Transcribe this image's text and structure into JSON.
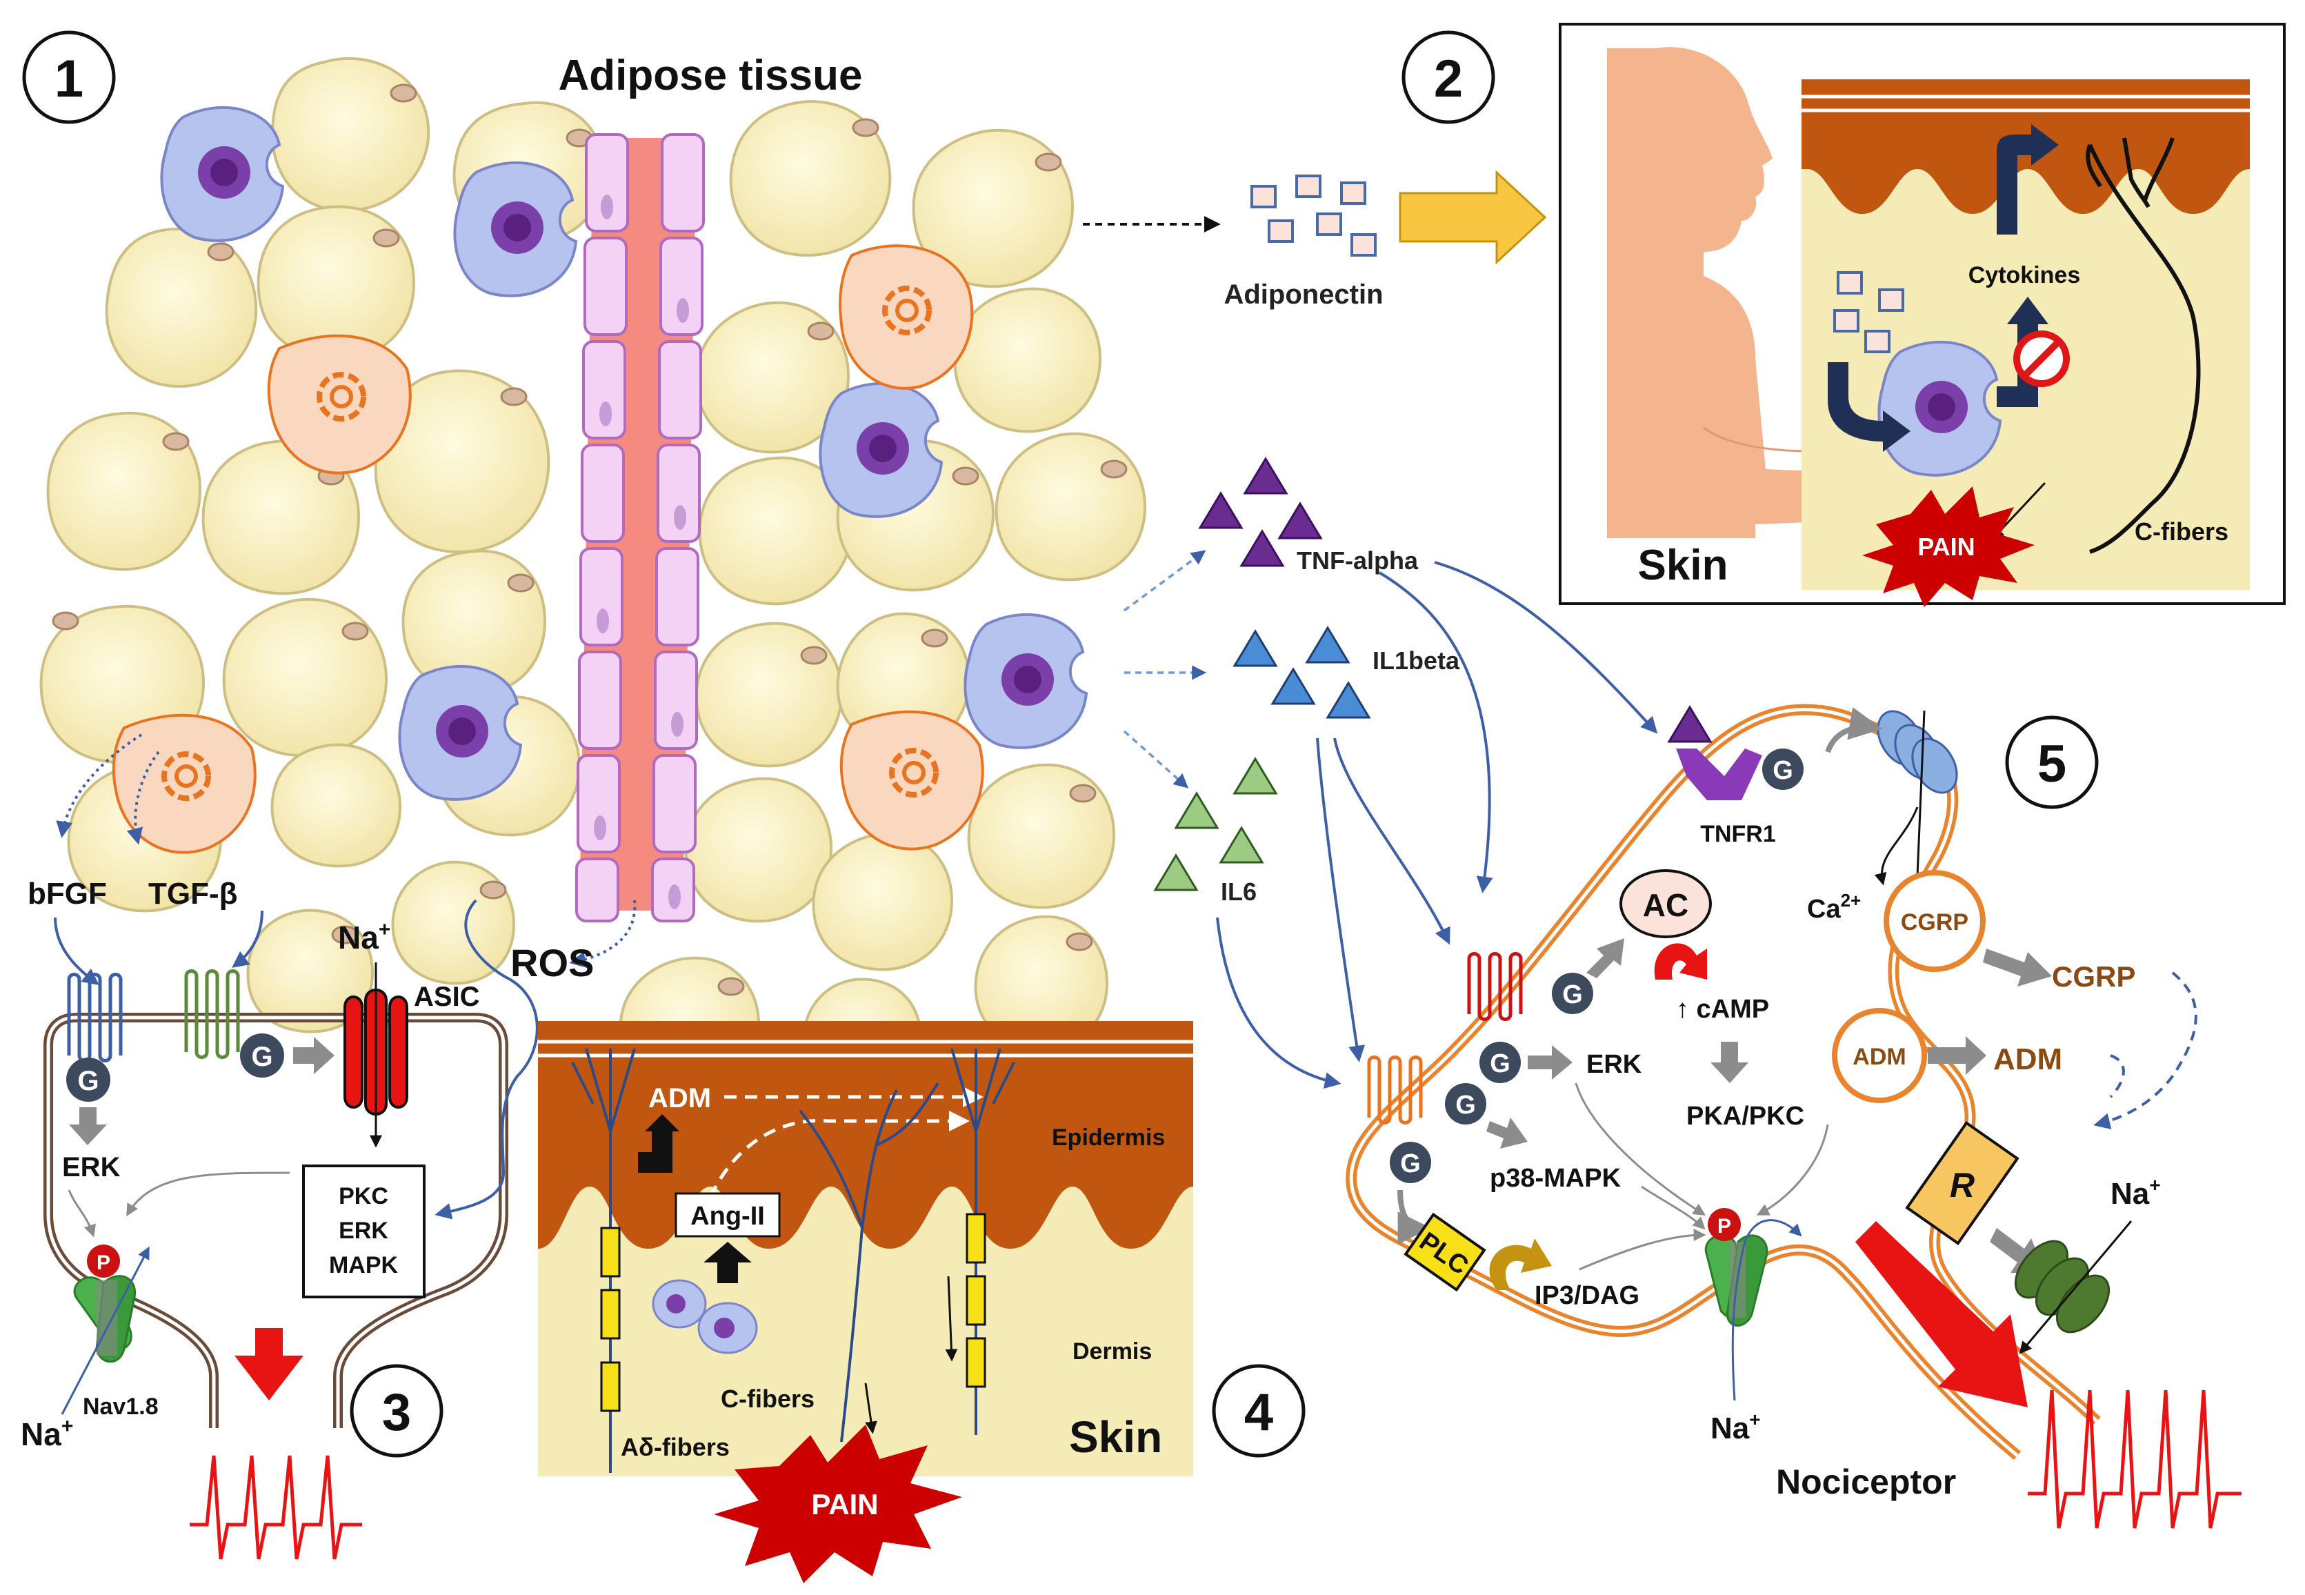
{
  "colors": {
    "adipocyte_fill": "#f8f0c4",
    "adipocyte_stroke": "#cdbf83",
    "macrophage_fill": "#b6c3ee",
    "macrophage_nucleus": "#7a3fa8",
    "fibroblast_fill": "#fad7bf",
    "fibroblast_accent": "#e8741f",
    "vessel_core": "#f58b80",
    "vessel_cell": "#f3d2f6",
    "skin_brown": "#c0560f",
    "dermis": "#f5ebb6",
    "skin_figure": "#f4b58e",
    "nociceptor": "#e9842e",
    "g_protein": "#3d4a5e",
    "p_marker": "#cc1111",
    "pain_red": "#cc0000",
    "arrow_gray": "#8c8c8c",
    "arrow_blue": "#3c5fa6",
    "tnf": "#6a2c91",
    "il1b": "#4a8dd6",
    "il6": "#9ccc84",
    "cgrp": "#8b4a10",
    "nav": "#5aa04a"
  },
  "panel_numbers": [
    "1",
    "2",
    "3",
    "4",
    "5"
  ],
  "adipose": {
    "title": "Adipose tissue"
  },
  "panel1": {
    "adiponectin": "Adiponectin",
    "tnf": "TNF-alpha",
    "il1b": "IL1beta",
    "il6": "IL6"
  },
  "panel2": {
    "skin": "Skin",
    "cytokines": "Cytokines",
    "pain": "PAIN",
    "cfibers": "C-fibers"
  },
  "panel3": {
    "bfgf": "bFGF",
    "tgfb": "TGF-β",
    "na_top": "Na",
    "na_top_sup": "+",
    "asic": "ASIC",
    "ros": "ROS",
    "g": "G",
    "erk": "ERK",
    "kinases": [
      "PKC",
      "ERK",
      "MAPK"
    ],
    "p": "P",
    "nav18": "Nav1.8",
    "na_bottom": "Na",
    "na_bottom_sup": "+"
  },
  "panel4": {
    "adm": "ADM",
    "angii": "Ang-II",
    "epidermis": "Epidermis",
    "dermis": "Dermis",
    "cfibers": "C-fibers",
    "adfibers": "Aδ-fibers",
    "skin": "Skin",
    "pain": "PAIN"
  },
  "panel5": {
    "tnfr1": "TNFR1",
    "ca": "Ca",
    "ca_sup": "2+",
    "cgrp_vesicle": "CGRP",
    "cgrp": "CGRP",
    "adm_vesicle": "ADM",
    "adm": "ADM",
    "ac": "AC",
    "camp": "↑ cAMP",
    "pka": "PKA/PKC",
    "erk": "ERK",
    "p38": "p38-MAPK",
    "plc": "PLC",
    "ip3": "IP3/DAG",
    "r": "R",
    "na_right": "Na",
    "na_right_sup": "+",
    "na_bottom": "Na",
    "na_bottom_sup": "+",
    "p": "P",
    "g": "G",
    "nociceptor": "Nociceptor"
  }
}
